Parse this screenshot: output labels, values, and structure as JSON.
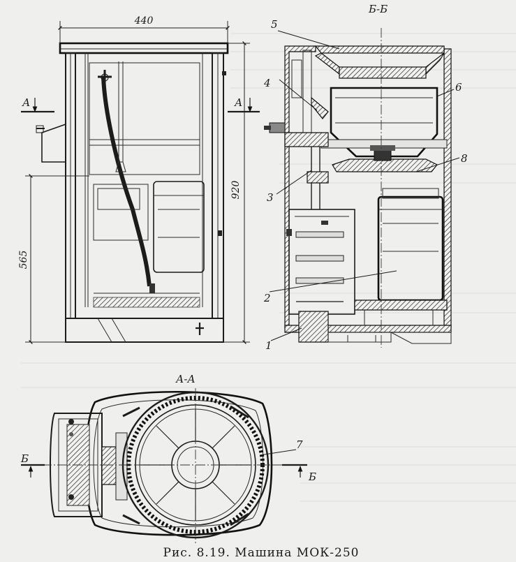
{
  "caption": "Рис. 8.19. Машина МОК-250",
  "views": {
    "side": {
      "width_dim": "440",
      "height_total_dim": "920",
      "height_lower_dim": "565",
      "section_mark_left": "А",
      "section_mark_right": "А"
    },
    "section_bb": {
      "title": "Б-Б",
      "callouts": [
        "5",
        "4",
        "6",
        "3",
        "8",
        "2",
        "1"
      ]
    },
    "plan_aa": {
      "title": "А-А",
      "section_mark_left": "Б",
      "section_mark_right": "Б",
      "callouts": [
        "7"
      ]
    }
  }
}
